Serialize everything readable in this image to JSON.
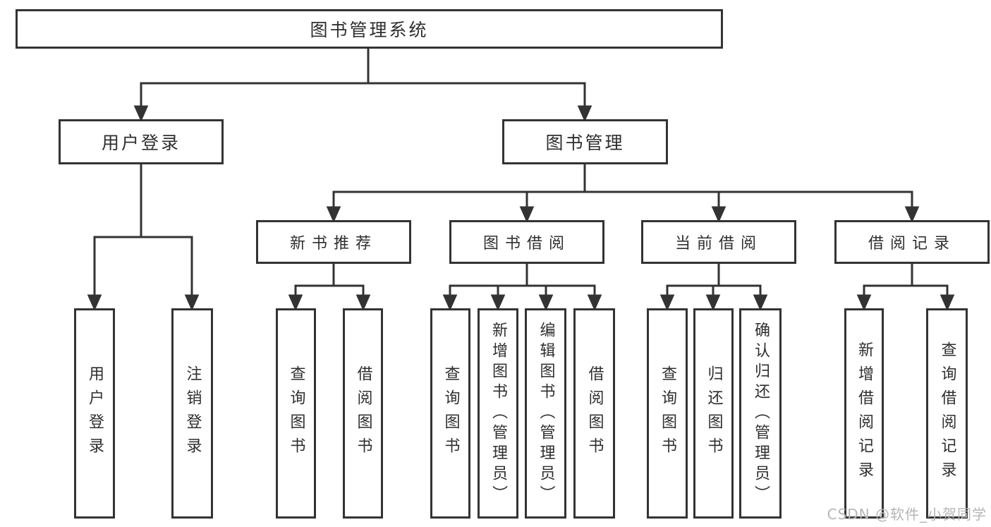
{
  "diagram": {
    "root": "图书管理系统",
    "branches": [
      {
        "label": "用户登录",
        "children": [
          "用户登录",
          "注销登录"
        ]
      },
      {
        "label": "图书管理",
        "modules": [
          {
            "label": "新书推荐",
            "children": [
              "查询图书",
              "借阅图书"
            ]
          },
          {
            "label": "图书借阅",
            "children": [
              "查询图书",
              "新增图书（管理员）",
              "编辑图书（管理员）",
              "借阅图书"
            ]
          },
          {
            "label": "当前借阅",
            "children": [
              "查询图书",
              "归还图书",
              "确认归还（管理员）"
            ]
          },
          {
            "label": "借阅记录",
            "children": [
              "新增借阅记录",
              "查询借阅记录"
            ]
          }
        ]
      }
    ]
  },
  "watermark": "CSDN @软件_小贺同学",
  "colors": {
    "line": "#333333",
    "box_border": "#333333",
    "text": "#2f2f2f",
    "background": "#ffffff",
    "watermark": "#b5b5b5"
  }
}
